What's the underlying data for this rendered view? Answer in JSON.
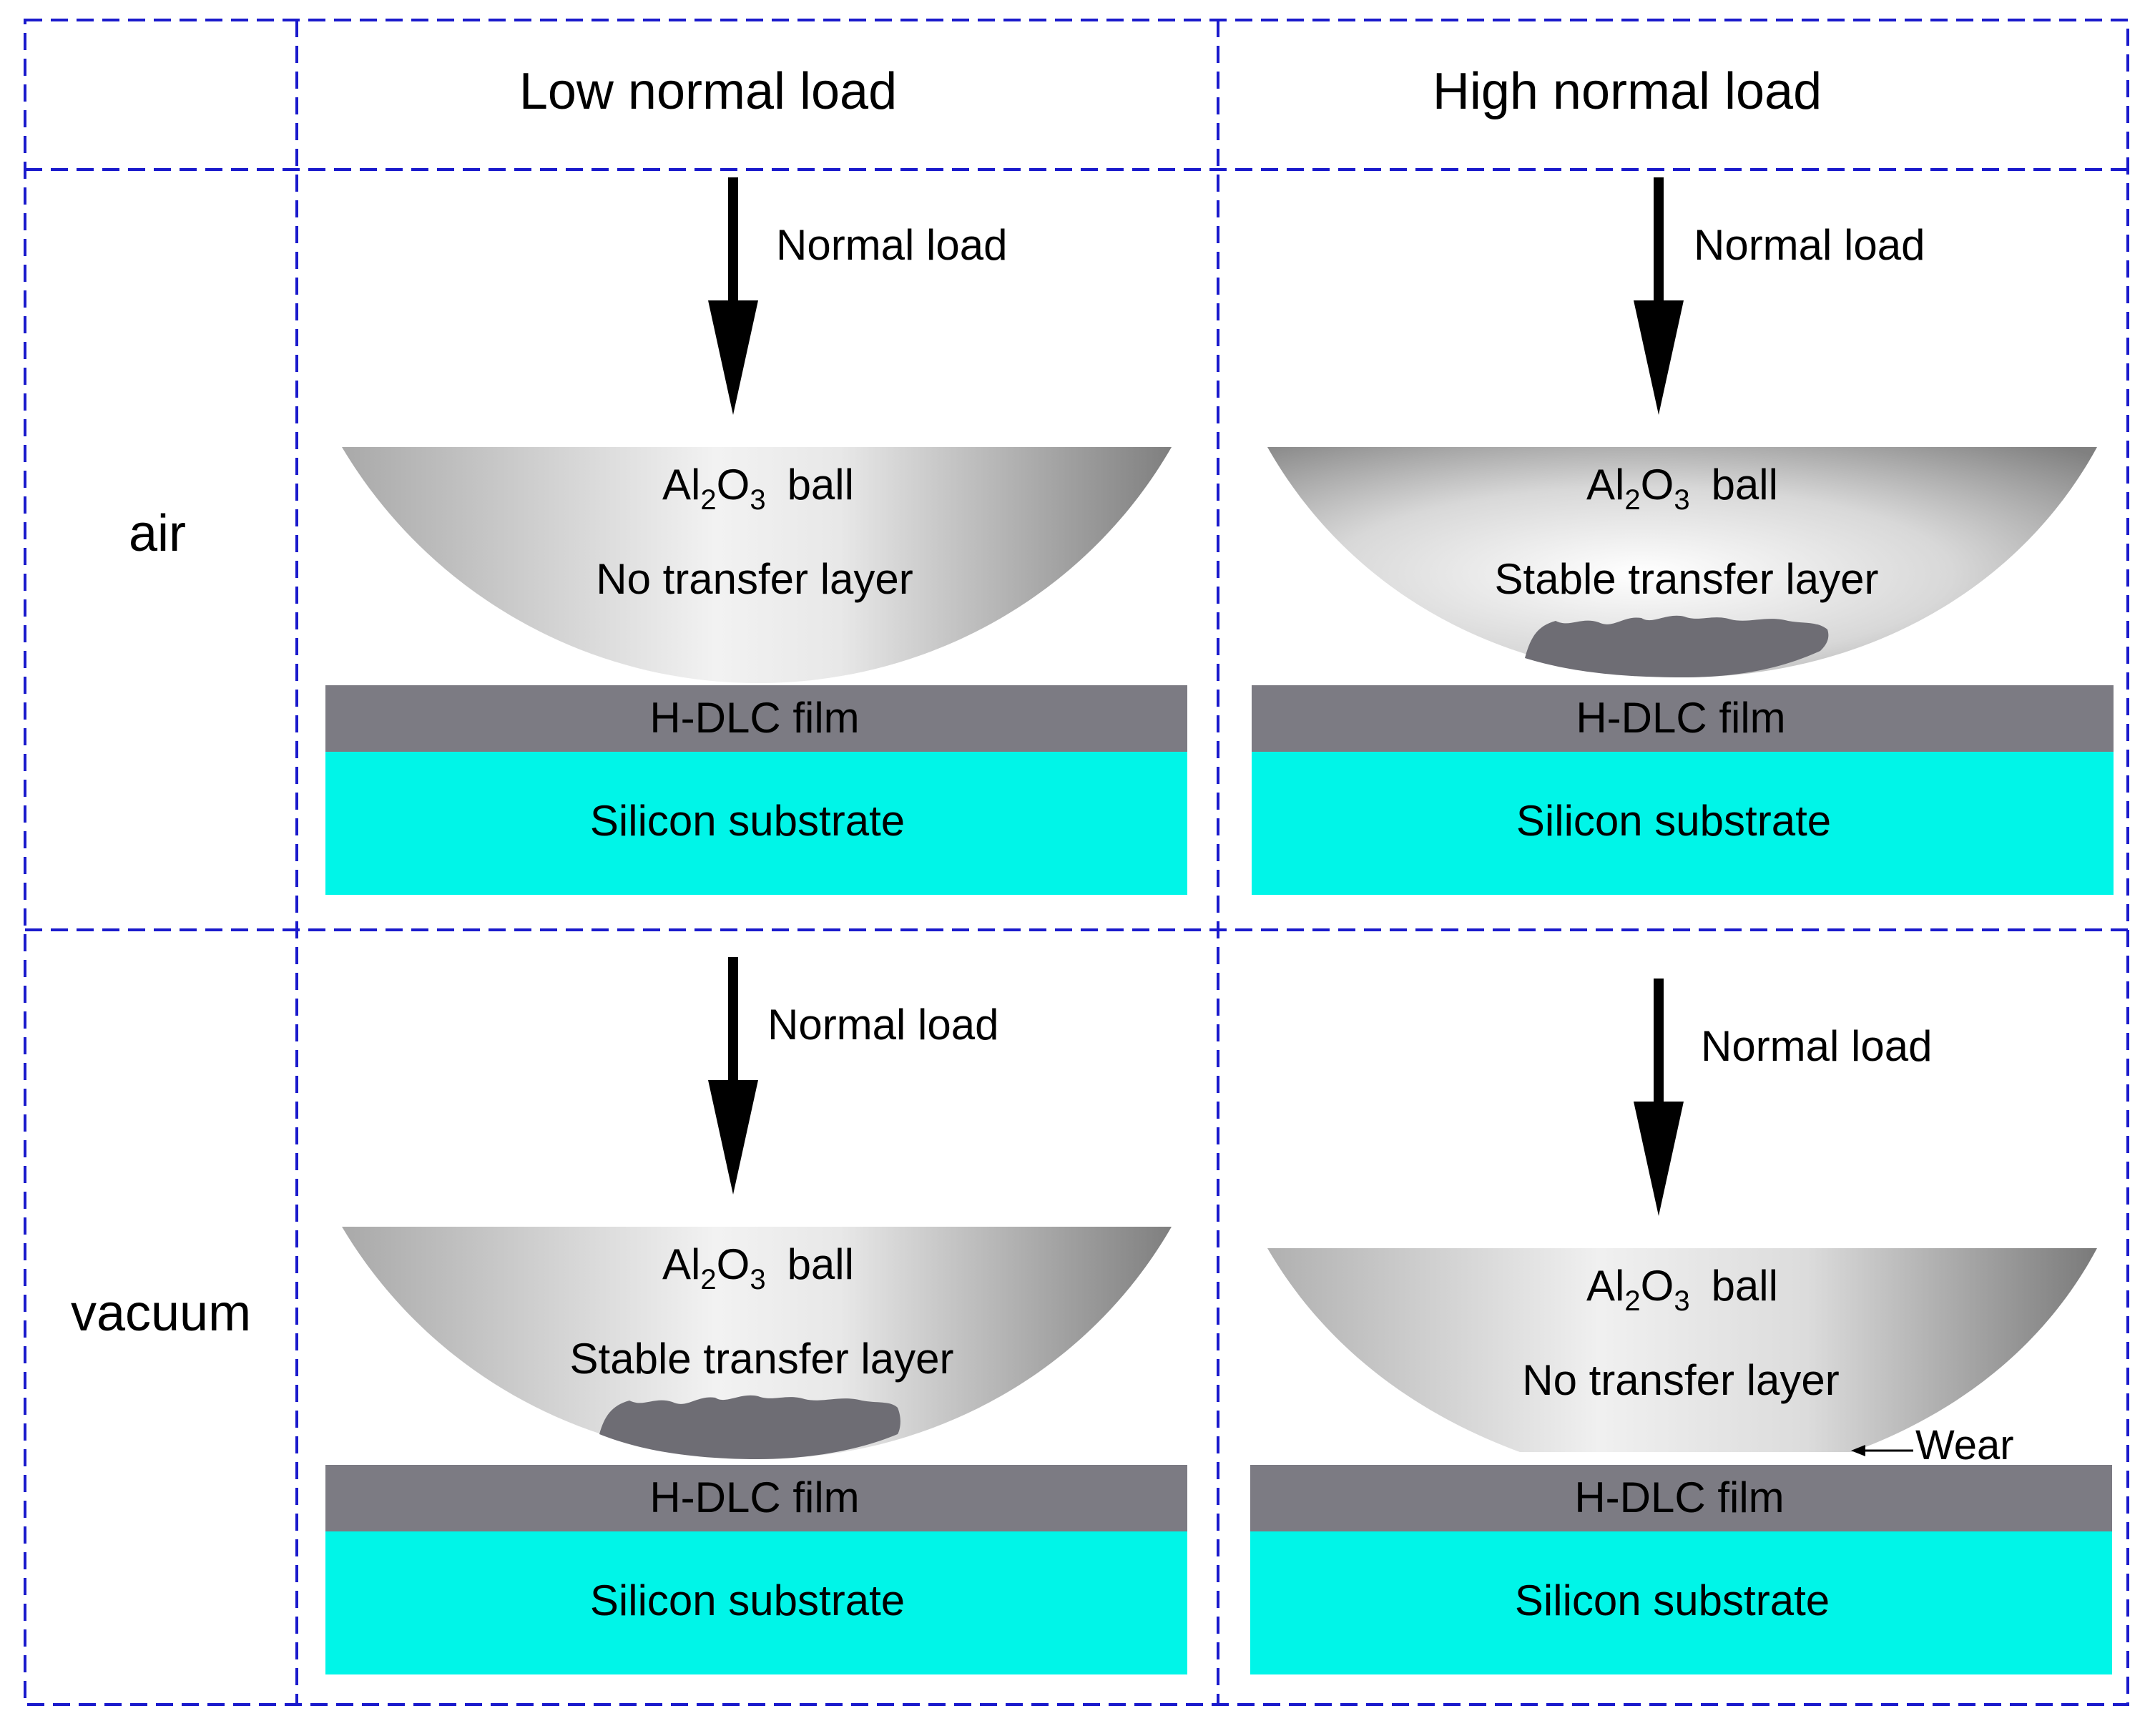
{
  "columns": {
    "low": "Low normal load",
    "high": "High normal load"
  },
  "rows": {
    "air": "air",
    "vacuum": "vacuum"
  },
  "common": {
    "arrow_label": "Normal load",
    "ball_prefix_al": "Al",
    "ball_sub_2": "2",
    "ball_o": "O",
    "ball_sub_3": "3",
    "ball_suffix": "ball",
    "film_label": "H-DLC film",
    "substrate_label": "Silicon substrate"
  },
  "cells": {
    "air_low": {
      "transfer_label": "No transfer layer"
    },
    "air_high": {
      "transfer_label": "Stable transfer layer"
    },
    "vacuum_low": {
      "transfer_label": "Stable transfer layer"
    },
    "vacuum_high": {
      "transfer_label": "No transfer layer",
      "wear_label": "Wear"
    }
  },
  "colors": {
    "grid_line": "#1a1acc",
    "film": "#7c7b83",
    "substrate": "#00f5e8",
    "transfer_layer": "#6e6d74",
    "ball_light": "#ffffff",
    "ball_dark": "#888888"
  }
}
